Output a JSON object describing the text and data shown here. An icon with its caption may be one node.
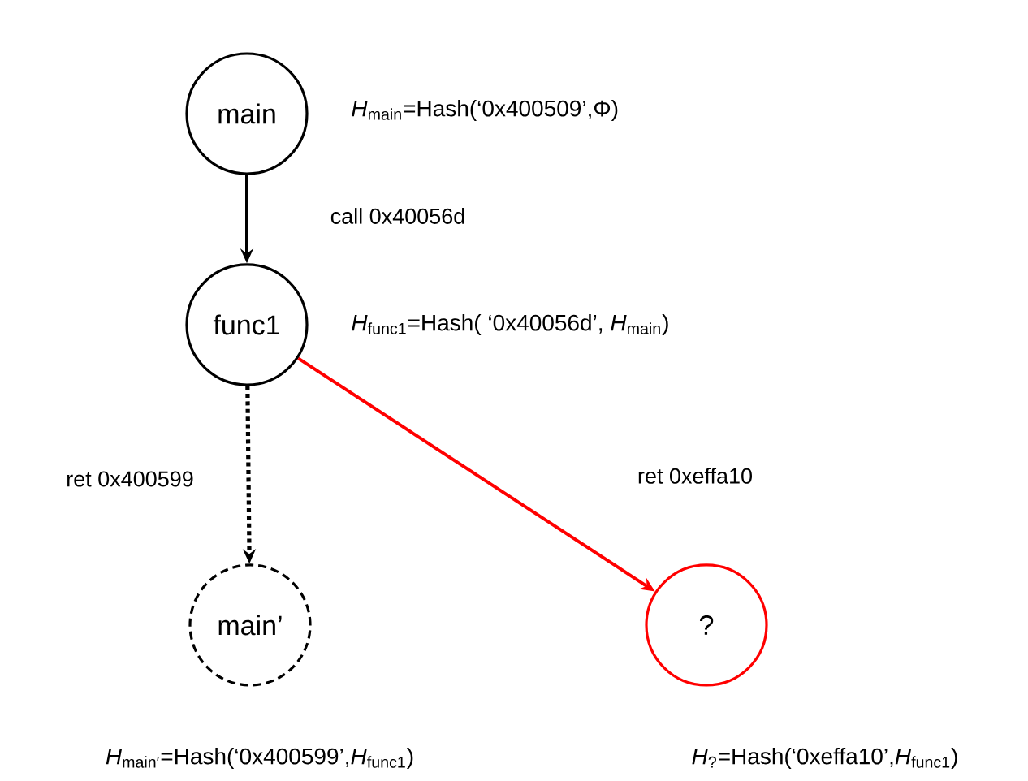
{
  "diagram": {
    "nodes": [
      {
        "text": [
          "main"
        ],
        "beside": [
          "*H*$_{main}$=Hash(‘0x400509’,Φ)"
        ]
      },
      {
        "text": [
          "func1"
        ],
        "beside": [
          "*H*$_{func1}$=Hash( ‘0x40056d’, *H*$_{main}$)"
        ]
      },
      {
        "text": [
          "main’"
        ],
        "beside": [
          "*H*$_{main′}$=Hash(‘0x400599’,*H*$_{func1}$)"
        ]
      },
      {
        "text": [
          "?"
        ],
        "beside": [
          "*H*$_{?}$=Hash(‘0xeffa10’,*H*$_{func1}$)"
        ]
      }
    ],
    "edges": [
      {
        "from": 0,
        "to": 1,
        "arrow": "to",
        "label": "call 0x40056d"
      },
      {
        "from": 1,
        "to": 2,
        "arrow": "to",
        "label": "ret 0x400599",
        "style": "dashed"
      },
      {
        "from": 1,
        "to": 3,
        "arrow": "to",
        "label": "ret 0xeffa10",
        "color": "#ff0000"
      }
    ]
  }
}
